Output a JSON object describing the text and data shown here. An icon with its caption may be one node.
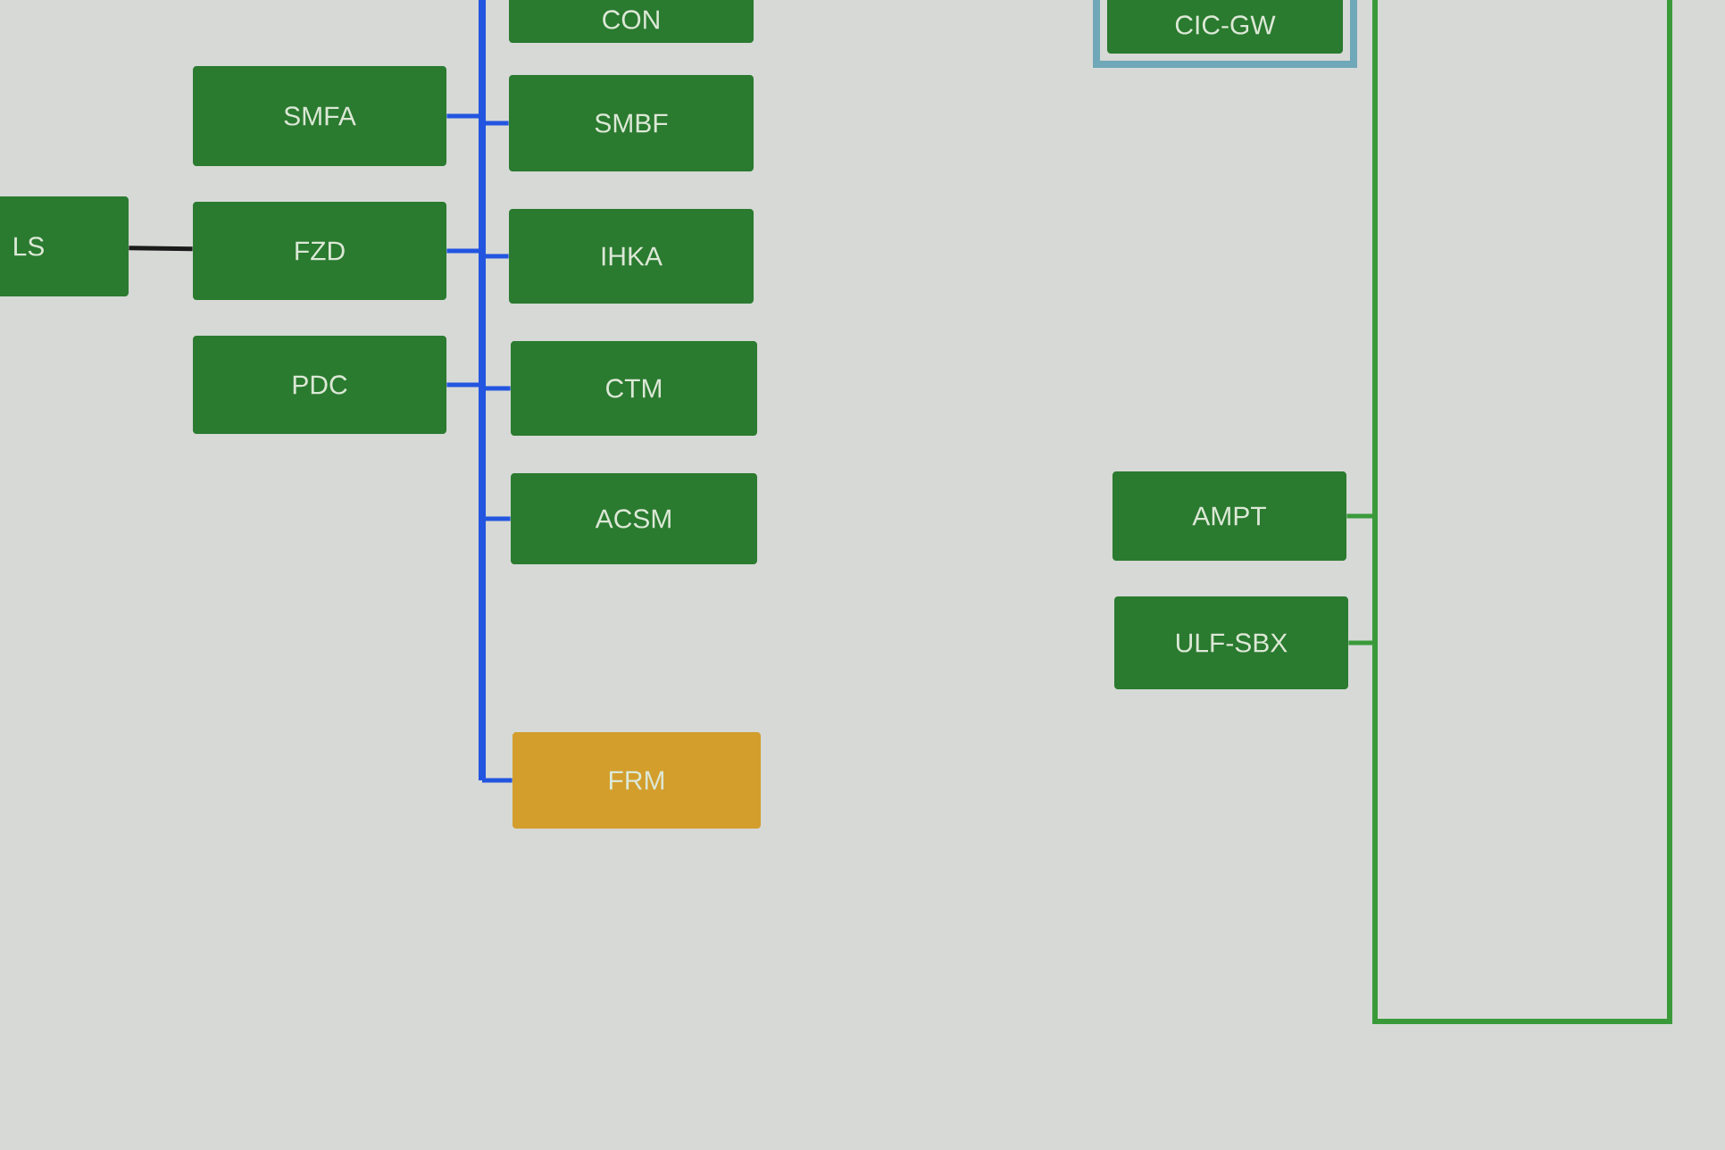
{
  "diagram": {
    "nodes": [
      {
        "text": [
          "LS"
        ]
      },
      {
        "text": [
          "SMFA"
        ]
      },
      {
        "text": [
          "FZD"
        ]
      },
      {
        "text": [
          "PDC"
        ]
      },
      {
        "text": [
          "CON"
        ]
      },
      {
        "text": [
          "SMBF"
        ]
      },
      {
        "text": [
          "IHKA"
        ]
      },
      {
        "text": [
          "CTM"
        ]
      },
      {
        "text": [
          "ACSM"
        ]
      },
      {
        "text": [
          "FRM"
        ]
      },
      {
        "text": [
          "CIC-GW"
        ]
      },
      {
        "text": [
          "AMPT"
        ]
      },
      {
        "text": [
          "ULF-SBX"
        ]
      },
      {
        "text": [],
        "shape": "bar"
      },
      {
        "text": [],
        "shape": "box"
      }
    ],
    "edges": [
      {
        "from": 0,
        "to": 2,
        "arrow": "none",
        "color": "#1a1a1a"
      },
      {
        "from": 13,
        "to": 1,
        "arrow": "none"
      },
      {
        "from": 13,
        "to": 5,
        "arrow": "none"
      },
      {
        "from": 13,
        "to": 2,
        "arrow": "none"
      },
      {
        "from": 13,
        "to": 6,
        "arrow": "none"
      },
      {
        "from": 13,
        "to": 3,
        "arrow": "none"
      },
      {
        "from": 13,
        "to": 7,
        "arrow": "none"
      },
      {
        "from": 13,
        "to": 8,
        "arrow": "none"
      },
      {
        "from": 13,
        "to": 9,
        "arrow": "none"
      },
      {
        "from": 14,
        "to": 11,
        "arrow": "none",
        "color": "#3a9a3a"
      },
      {
        "from": 14,
        "to": 12,
        "arrow": "none",
        "color": "#3a9a3a"
      }
    ]
  }
}
